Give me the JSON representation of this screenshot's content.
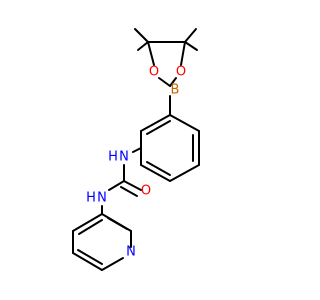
{
  "molecule": {
    "atom_labels": {
      "boron": "B",
      "oxygen_left": "O",
      "oxygen_right": "O",
      "nh_upper": "N",
      "nh_upper_h": "H",
      "nh_lower": "N",
      "nh_lower_h": "H",
      "carbonyl_oxygen": "O",
      "pyridine_nitrogen": "N"
    },
    "colors": {
      "bond": "#000000",
      "boron": "#c86400",
      "oxygen": "#ff0000",
      "nitrogen": "#0000ff"
    }
  }
}
